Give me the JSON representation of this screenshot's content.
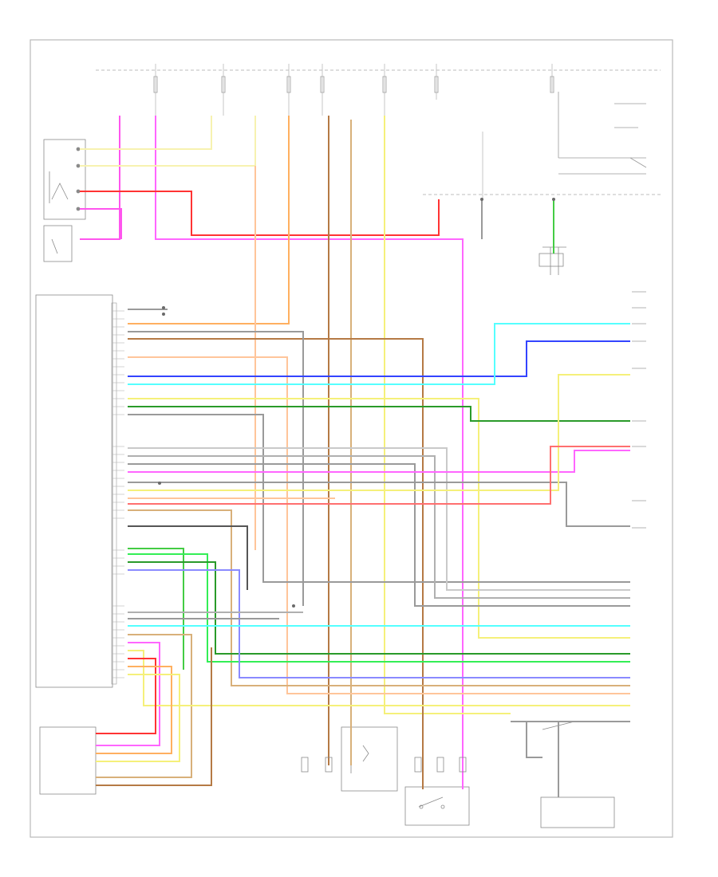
{
  "diagram": {
    "title": "",
    "footer_code": "",
    "colors": {
      "pink": "#ff55ee",
      "magenta": "#ff66ff",
      "red": "#ff3333",
      "yellow": "#f5f07a",
      "pale_yellow": "#f7f2b0",
      "orange": "#ffb060",
      "peach": "#ffc59a",
      "brown": "#b57a45",
      "tan": "#d8b07a",
      "cyan": "#55ffff",
      "blue": "#3344ff",
      "violet": "#8a8aff",
      "green": "#44cc44",
      "bright_green": "#33ee55",
      "dark_green": "#2a9a2a",
      "gray": "#9a9a9a",
      "black": "#333333",
      "white_wire": "#e2e2e2"
    },
    "components": [
      {
        "name": "left-upper-module",
        "label": ""
      },
      {
        "name": "ecm",
        "label": ""
      },
      {
        "name": "left-lower-module",
        "label": ""
      },
      {
        "name": "ac-compressor-relay",
        "label": ""
      },
      {
        "name": "ac-compressor",
        "label": ""
      },
      {
        "name": "right-lower-switch",
        "label": ""
      },
      {
        "name": "right-lower-sensor",
        "label": ""
      }
    ]
  }
}
